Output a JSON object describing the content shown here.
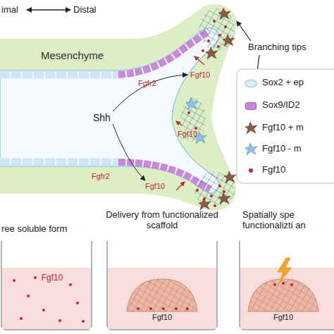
{
  "diagram": {
    "nodes": [
      {
        "text": [
          "Mesenchyme"
        ]
      },
      {
        "text": [
          "ree soluble form",
          "Fgf10"
        ]
      },
      {
        "text": [
          "Delivery from functionalized scaffold",
          "Fgf10"
        ]
      },
      {
        "text": [
          "Spatially spe functionalizti an",
          "Fgf10"
        ]
      }
    ],
    "labels": [
      "imal",
      "Distal",
      "Branching tips",
      "Fgfr2",
      "Fgf10",
      "Shh",
      "Fgf10",
      "Fgf10",
      "Fgfr2"
    ],
    "legend": [
      {
        "text": "Sox2 + ep",
        "color": "#dceefa"
      },
      {
        "text": "Sox9/ID2",
        "color": "#c88ad8"
      },
      {
        "text": "Fgf10 + m"
      },
      {
        "text": "Fgf10 - m"
      },
      {
        "text": "Fgf10",
        "color": "#c0282d"
      }
    ]
  }
}
